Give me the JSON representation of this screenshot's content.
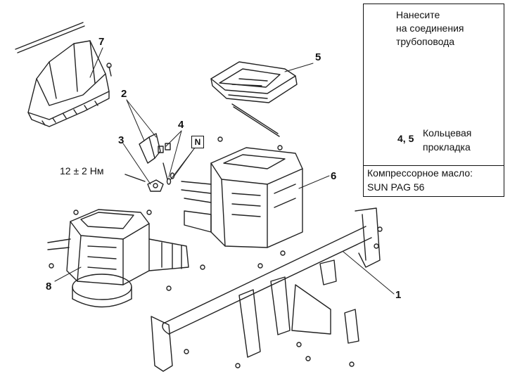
{
  "callouts": {
    "c1": "1",
    "c2": "2",
    "c3": "3",
    "c4": "4",
    "c5": "5",
    "c6": "6",
    "c7": "7",
    "c8": "8"
  },
  "torque_label": "12 ± 2 Нм",
  "n_badge": "N",
  "inset": {
    "instruction_line1": "Нанесите",
    "instruction_line2": "на соединения",
    "instruction_line3": "трубоповода",
    "part_ref": "4, 5",
    "oring_line1": "Кольцевая",
    "oring_line2": "прокладка",
    "oil_line1": "Компрессорное масло:",
    "oil_line2": "SUN PAG 56",
    "oil_can_icon": "oil-can-icon"
  }
}
